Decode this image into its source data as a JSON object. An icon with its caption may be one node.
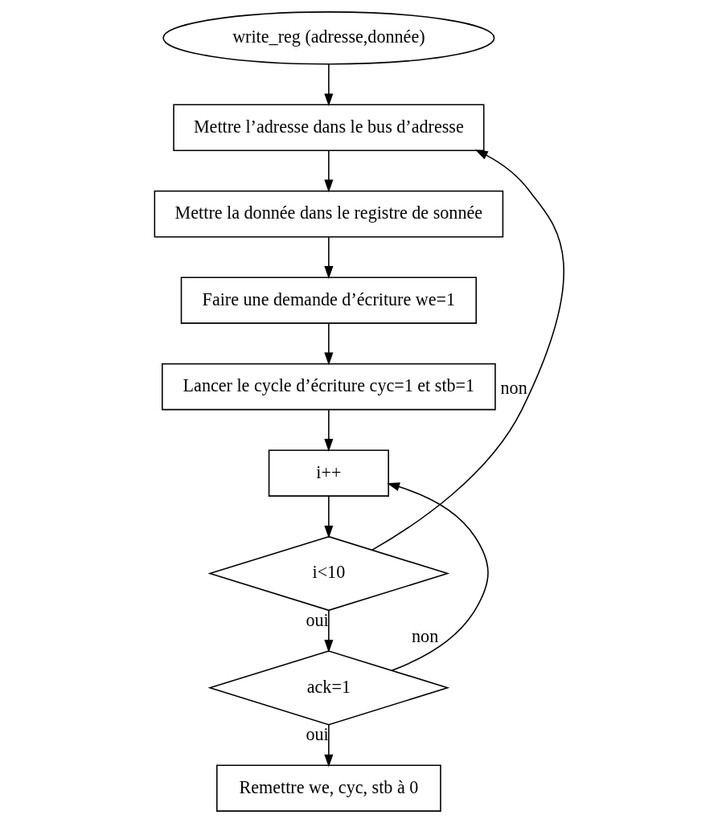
{
  "diagram": {
    "nodes": [
      {
        "text": [
          "write_reg (adresse,donnée)"
        ]
      },
      {
        "text": [
          "Mettre l’adresse dans le bus d’adresse"
        ]
      },
      {
        "text": [
          "Mettre la donnée dans le registre de sonnée"
        ]
      },
      {
        "text": [
          "Faire une demande d’écriture we=1"
        ]
      },
      {
        "text": [
          "Lancer le cycle d’écriture cyc=1 et stb=1"
        ]
      },
      {
        "text": [
          "i++"
        ]
      },
      {
        "text": [
          "i<10"
        ]
      },
      {
        "text": [
          "ack=1"
        ]
      },
      {
        "text": [
          "Remettre we, cyc, stb à 0"
        ]
      }
    ],
    "edges": [
      {
        "from": 0,
        "to": 1,
        "arrow": "to"
      },
      {
        "from": 1,
        "to": 2,
        "arrow": "to"
      },
      {
        "from": 2,
        "to": 3,
        "arrow": "to"
      },
      {
        "from": 3,
        "to": 4,
        "arrow": "to"
      },
      {
        "from": 4,
        "to": 5,
        "arrow": "to"
      },
      {
        "from": 5,
        "to": 6,
        "arrow": "to"
      },
      {
        "from": 6,
        "to": 7,
        "arrow": "to",
        "label": "oui"
      },
      {
        "from": 7,
        "to": 8,
        "arrow": "to",
        "label": "oui"
      },
      {
        "from": 6,
        "to": 1,
        "arrow": "to",
        "label": "non"
      },
      {
        "from": 7,
        "to": 5,
        "arrow": "to",
        "label": "non"
      }
    ]
  }
}
